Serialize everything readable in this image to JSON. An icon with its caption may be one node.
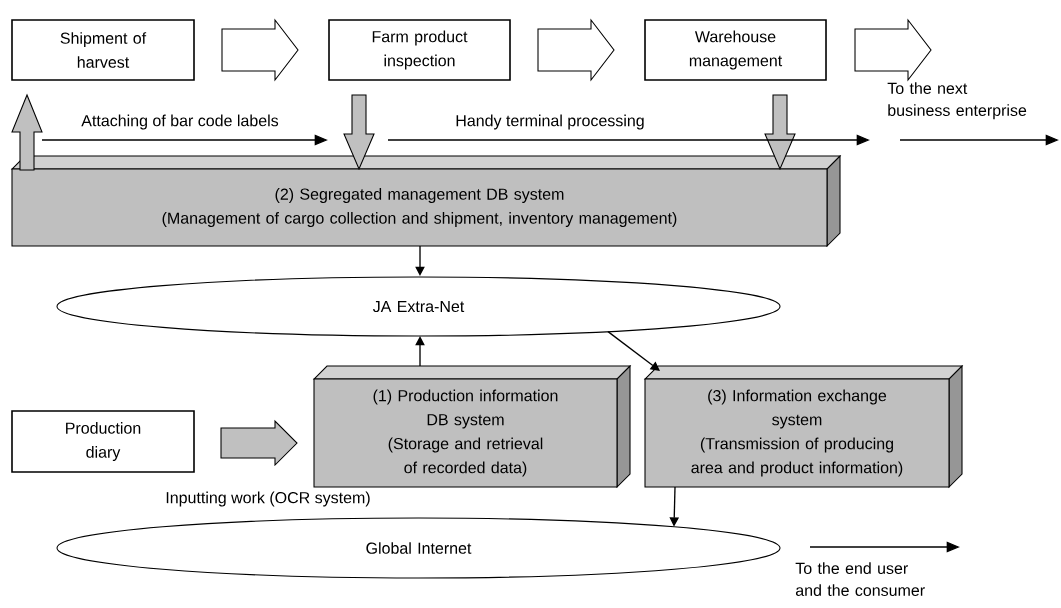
{
  "diagram": {
    "nodes": [
      {
        "text": [
          "Shipment of harvest"
        ]
      },
      {
        "text": [
          "Farm product inspection"
        ]
      },
      {
        "text": [
          "Warehouse management"
        ]
      },
      {
        "text": [
          "(2) Segregated management DB system",
          "(Management of cargo collection and shipment, inventory management)"
        ]
      },
      {
        "text": [
          "JA Extra-Net"
        ]
      },
      {
        "text": [
          "Production diary"
        ]
      },
      {
        "text": [
          "(1) Production information DB system",
          "(Storage and retrieval of recorded data)"
        ]
      },
      {
        "text": [
          "(3) Information exchange system",
          "(Transmission of producing area and product information)"
        ]
      },
      {
        "text": [
          "Global Internet"
        ]
      }
    ],
    "edges": [
      {
        "from": 0,
        "to": 1,
        "arrow": "to",
        "style": "thick"
      },
      {
        "from": 1,
        "to": 2,
        "arrow": "to",
        "style": "thick"
      },
      {
        "from": 2,
        "to": null,
        "arrow": "to",
        "style": "thick"
      },
      {
        "from": 3,
        "to": 0,
        "arrow": "to",
        "style": "thick",
        "color": "#c0c0c0"
      },
      {
        "from": 1,
        "to": 3,
        "arrow": "to",
        "style": "thick",
        "color": "#c0c0c0"
      },
      {
        "from": 2,
        "to": 3,
        "arrow": "to",
        "style": "thick",
        "color": "#c0c0c0"
      },
      {
        "from": 5,
        "to": 6,
        "arrow": "to",
        "style": "thick",
        "color": "#c0c0c0"
      },
      {
        "from": 3,
        "to": 4,
        "arrow": "to"
      },
      {
        "from": 6,
        "to": 4,
        "arrow": "to"
      },
      {
        "from": 4,
        "to": 7,
        "arrow": "to"
      },
      {
        "from": 7,
        "to": 8,
        "arrow": "to"
      }
    ],
    "labels": [
      "Attaching of bar code labels",
      "Handy terminal processing",
      "To the next business enterprise",
      "Inputting work (OCR system)",
      "To the end user and the consumer"
    ]
  }
}
